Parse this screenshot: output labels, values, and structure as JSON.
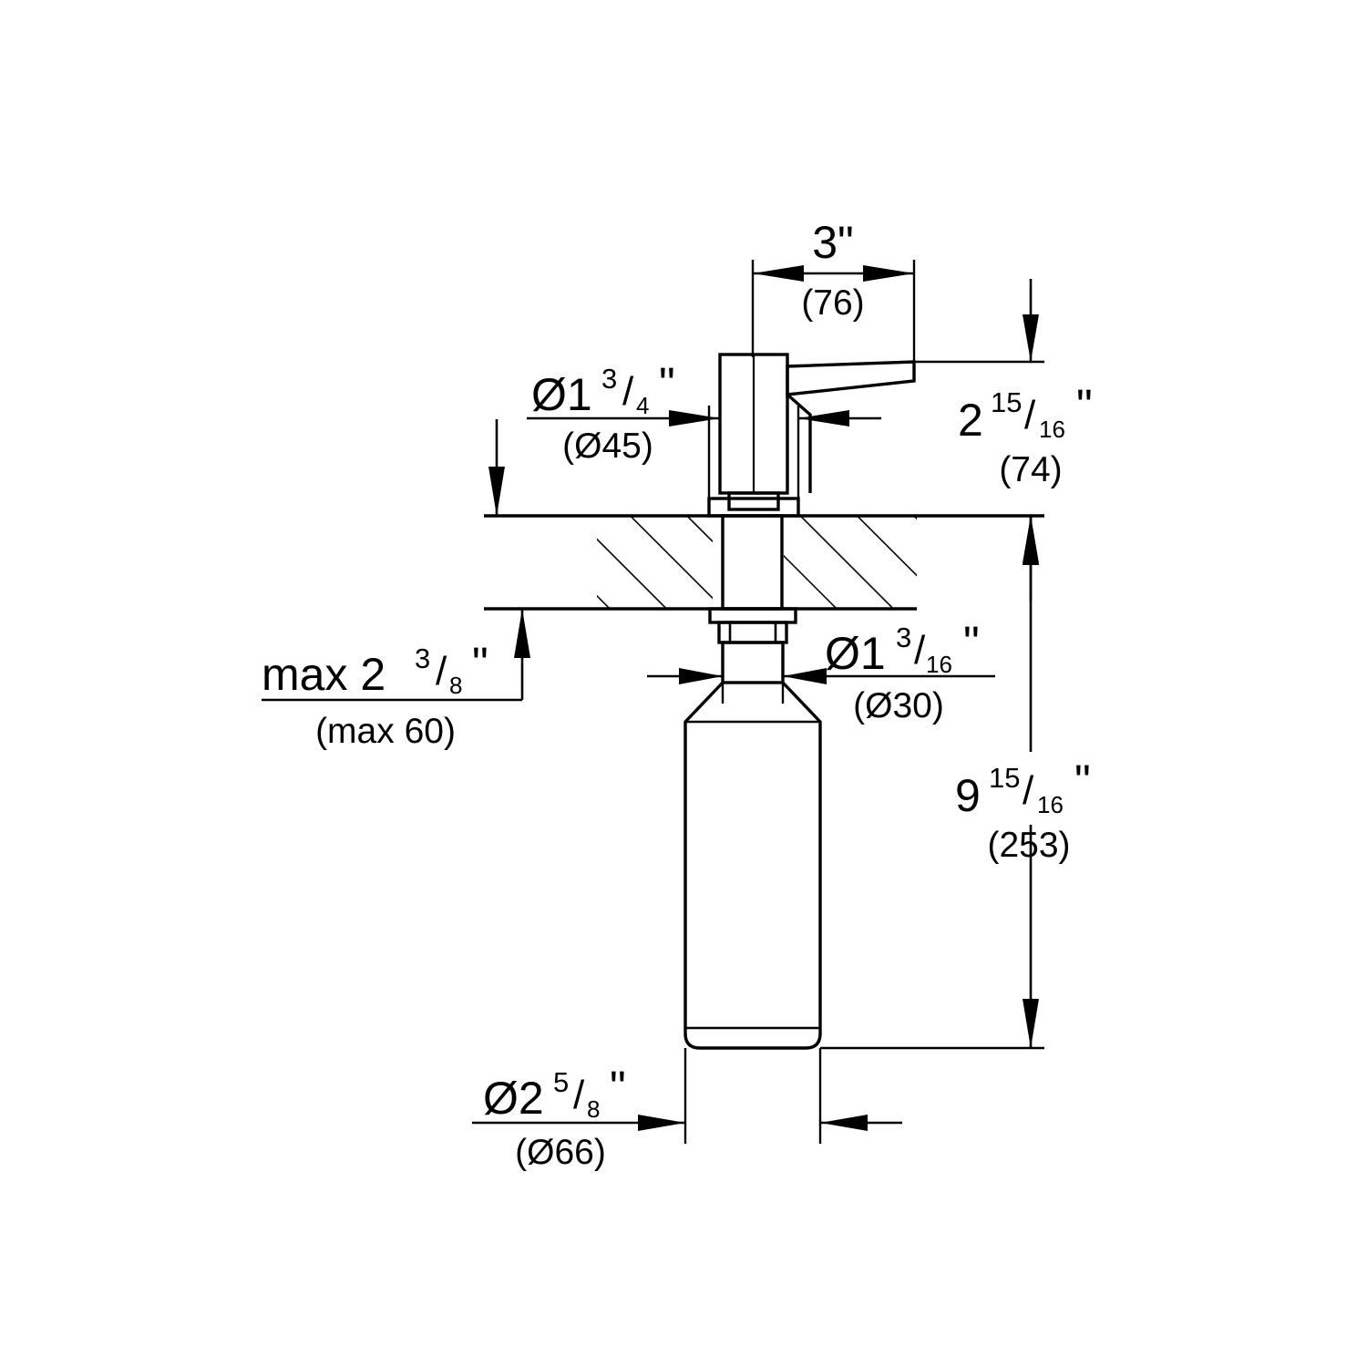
{
  "drawing": {
    "type": "technical-dimension-drawing",
    "subject": "kitchen sink soap dispenser, cross-section with countertop",
    "units_primary": "inches",
    "units_secondary": "millimeters",
    "line_color": "#000000",
    "background_color": "#ffffff"
  },
  "dimensions": {
    "spout_reach": {
      "whole": "3",
      "numerator": "",
      "denominator": "",
      "inch_mark": "\"",
      "label_inch": "3\"",
      "label_mm": "(76)",
      "orientation": "horizontal",
      "position": "top"
    },
    "head_height": {
      "whole": "2",
      "numerator": "15",
      "denominator": "16",
      "inch_mark": "\"",
      "label_inch": "2 15/16\"",
      "label_mm": "(74)",
      "orientation": "vertical",
      "position": "right-upper"
    },
    "head_diameter": {
      "prefix": "Ø",
      "whole": "1",
      "numerator": "3",
      "denominator": "4",
      "inch_mark": "\"",
      "label_inch": "Ø1 3/4\"",
      "label_mm": "(Ø45)",
      "orientation": "horizontal",
      "position": "left-upper"
    },
    "max_counter_thickness": {
      "prefix": "max",
      "whole": "2",
      "numerator": "3",
      "denominator": "8",
      "inch_mark": "\"",
      "label_inch": "max 2 3/8\"",
      "label_mm": "(max 60)",
      "orientation": "vertical",
      "position": "left-middle"
    },
    "neck_diameter": {
      "prefix": "Ø",
      "whole": "1",
      "numerator": "3",
      "denominator": "16",
      "inch_mark": "\"",
      "label_inch": "Ø1 3/16\"",
      "label_mm": "(Ø30)",
      "orientation": "horizontal",
      "position": "right-middle"
    },
    "overall_depth": {
      "whole": "9",
      "numerator": "15",
      "denominator": "16",
      "inch_mark": "\"",
      "label_inch": "9 15/16\"",
      "label_mm": "(253)",
      "orientation": "vertical",
      "position": "right-lower"
    },
    "bottle_diameter": {
      "prefix": "Ø",
      "whole": "2",
      "numerator": "5",
      "denominator": "8",
      "inch_mark": "\"",
      "label_inch": "Ø2 5/8\"",
      "label_mm": "(Ø66)",
      "orientation": "horizontal",
      "position": "bottom-left"
    }
  },
  "parts": {
    "pump_head": "pump-head",
    "lever": "dispenser-lever",
    "collar": "mounting-collar",
    "countertop": "countertop-section-hatched",
    "shank": "threaded-shank",
    "lock_nut": "lock-nut",
    "bottle": "reservoir-bottle"
  }
}
